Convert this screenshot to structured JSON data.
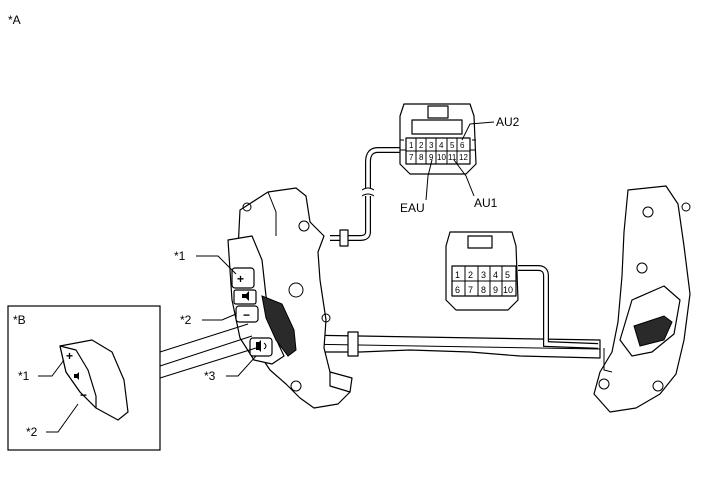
{
  "view_a_label": "*A",
  "view_b_label": "*B",
  "callouts": {
    "c1": "*1",
    "c2": "*2",
    "c3": "*3",
    "b1": "*1",
    "b2": "*2"
  },
  "terminals": {
    "au2": "AU2",
    "au1": "AU1",
    "eau": "EAU"
  },
  "connector_top": {
    "row1": [
      "1",
      "2",
      "3",
      "4",
      "5",
      "6"
    ],
    "row2": [
      "7",
      "8",
      "9",
      "10",
      "11",
      "12"
    ]
  },
  "connector_mid": {
    "row1": [
      "1",
      "2",
      "3",
      "4",
      "5"
    ],
    "row2": [
      "6",
      "7",
      "8",
      "9",
      "10"
    ]
  },
  "switch_symbols": {
    "plus": "+",
    "minus": "−"
  }
}
